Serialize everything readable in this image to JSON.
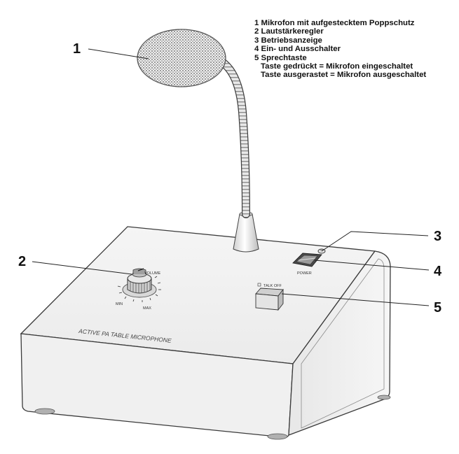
{
  "legend": {
    "items": [
      "1 Mikrofon mit aufgestecktem Poppschutz",
      "2 Lautstärkeregler",
      "3 Betriebsanzeige",
      "4 Ein- und Ausschalter",
      "5 Sprechtaste"
    ],
    "sub_items": [
      "Taste gedrückt = Mikrofon eingeschaltet",
      "Taste ausgerastet = Mikrofon ausgeschaltet"
    ]
  },
  "callouts": [
    "1",
    "2",
    "3",
    "4",
    "5"
  ],
  "device": {
    "front_label": "ACTIVE PA TABLE MICROPHONE",
    "knob_label": "VOLUME",
    "min_label": "MIN",
    "max_label": "MAX",
    "power_label": "POWER",
    "talk_label": "TALK OFF"
  }
}
